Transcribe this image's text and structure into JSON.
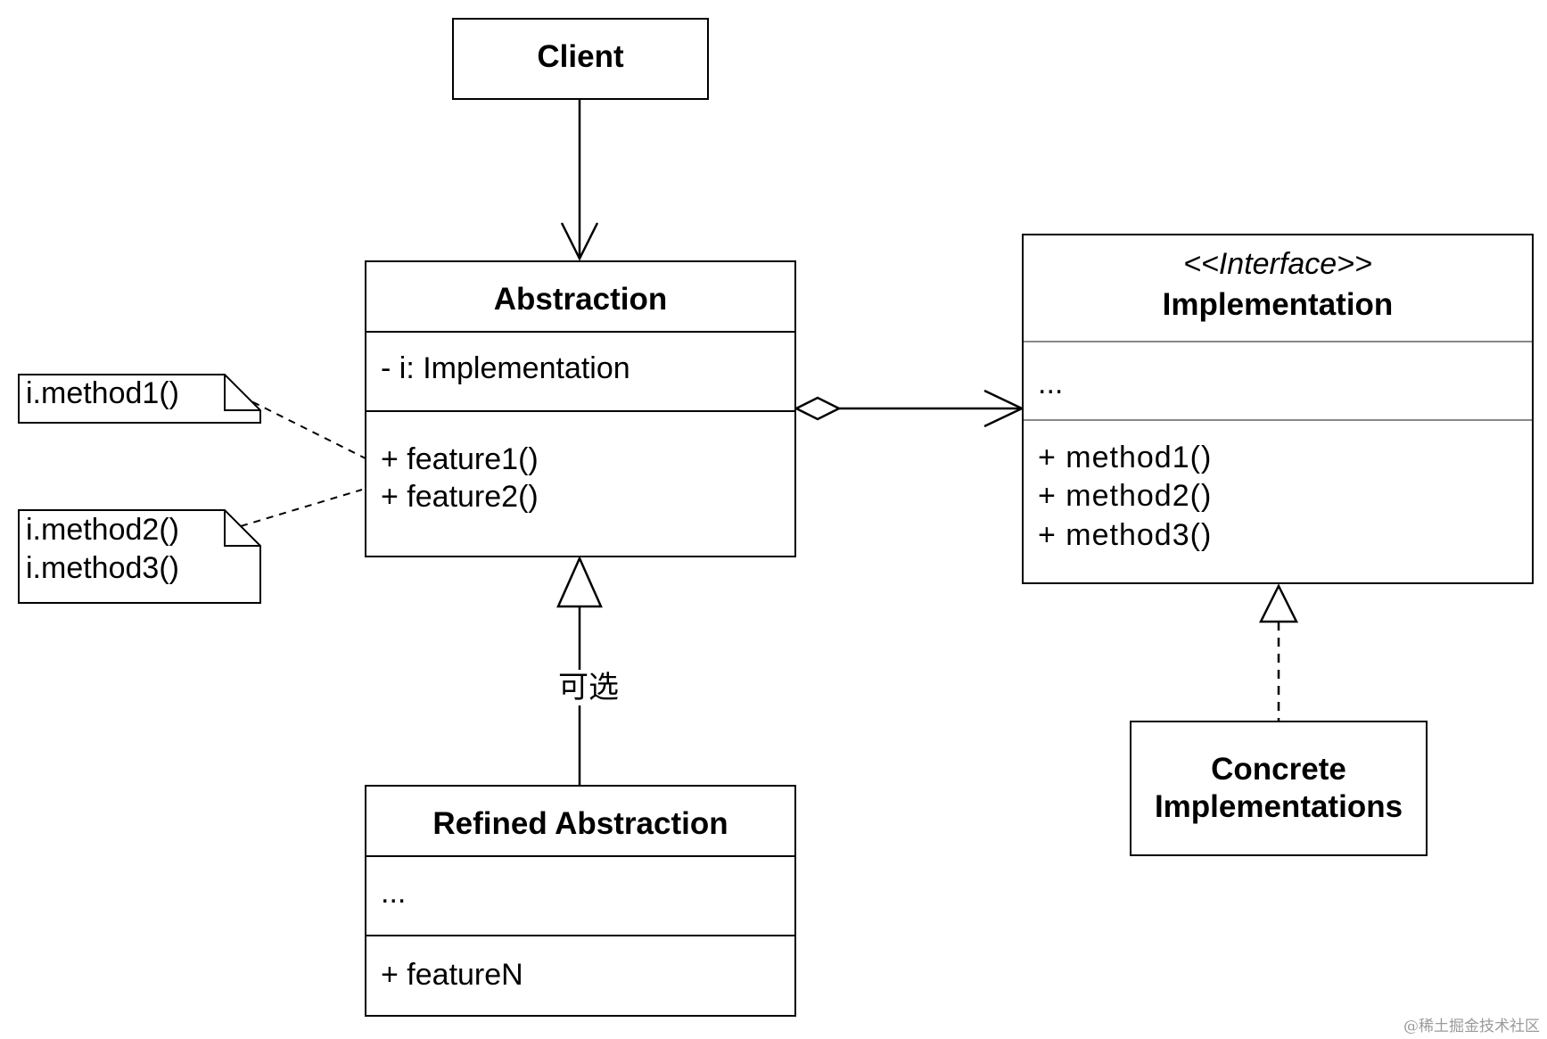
{
  "client": {
    "title": "Client"
  },
  "abstraction": {
    "title": "Abstraction",
    "fields": [
      "- i: Implementation"
    ],
    "methods": [
      "+ feature1()",
      "+ feature2()"
    ]
  },
  "implementation": {
    "stereotype": "<<Interface>>",
    "title": "Implementation",
    "fields": [
      "..."
    ],
    "methods": [
      "+ method1()",
      "+ method2()",
      "+ method3()"
    ]
  },
  "refined": {
    "title": "Refined Abstraction",
    "fields": [
      "..."
    ],
    "methods": [
      "+ featureN"
    ]
  },
  "concrete": {
    "title_line1": "Concrete",
    "title_line2": "Implementations"
  },
  "notes": {
    "note1": [
      "i.method1()"
    ],
    "note2": [
      "i.method2()",
      "i.method3()"
    ]
  },
  "labels": {
    "optional": "可选"
  },
  "watermark": "@稀土掘金技术社区"
}
